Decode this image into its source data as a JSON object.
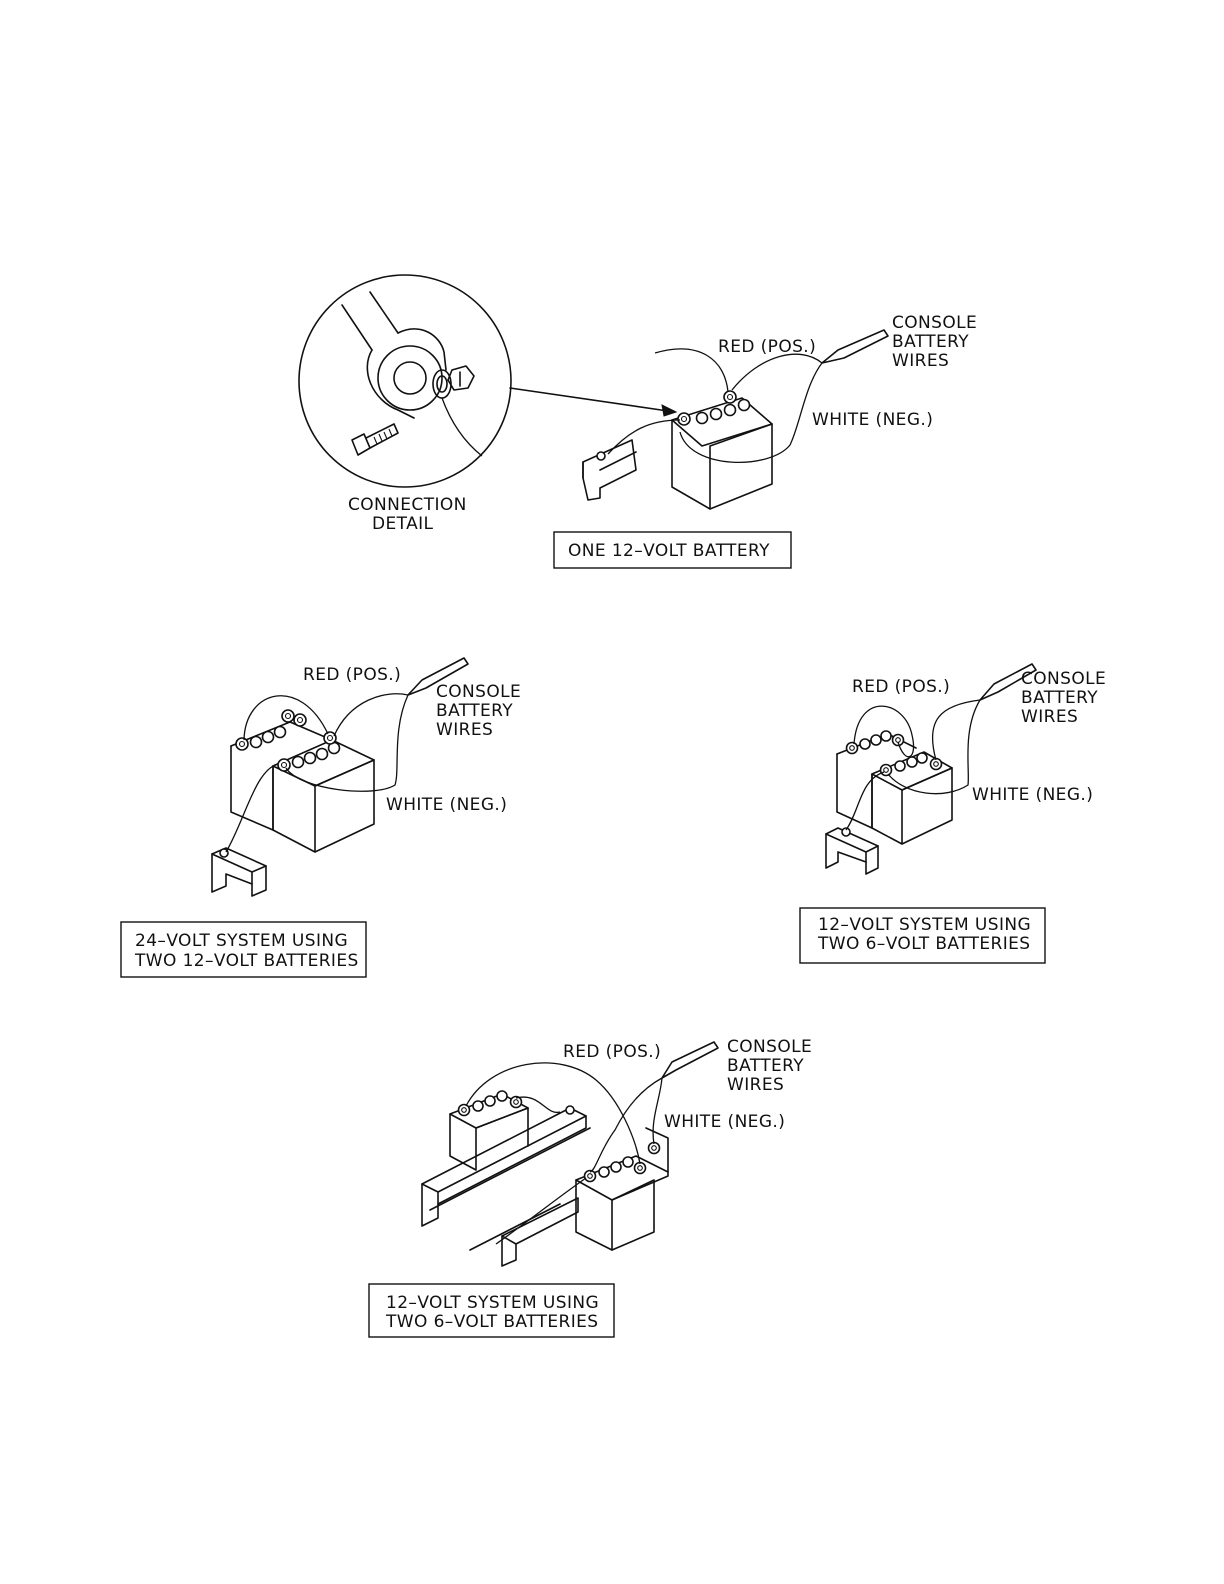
{
  "diagrams": {
    "single": {
      "detail_label": [
        "CONNECTION",
        "DETAIL"
      ],
      "red_label": "RED (POS.)",
      "white_label": "WHITE (NEG.)",
      "console_label": [
        "CONSOLE",
        "BATTERY",
        "WIRES"
      ],
      "caption": [
        "ONE 12–VOLT BATTERY"
      ]
    },
    "series24": {
      "red_label": "RED (POS.)",
      "white_label": "WHITE (NEG.)",
      "console_label": [
        "CONSOLE",
        "BATTERY",
        "WIRES"
      ],
      "caption": [
        "24–VOLT SYSTEM USING",
        "TWO 12–VOLT BATTERIES"
      ]
    },
    "parallel6a": {
      "red_label": "RED (POS.)",
      "white_label": "WHITE (NEG.)",
      "console_label": [
        "CONSOLE",
        "BATTERY",
        "WIRES"
      ],
      "caption": [
        "12–VOLT SYSTEM USING",
        "TWO 6–VOLT BATTERIES"
      ]
    },
    "parallel6b": {
      "red_label": "RED (POS.)",
      "white_label": "WHITE (NEG.)",
      "console_label": [
        "CONSOLE",
        "BATTERY",
        "WIRES"
      ],
      "caption": [
        "12–VOLT SYSTEM USING",
        "TWO 6–VOLT BATTERIES"
      ]
    }
  }
}
